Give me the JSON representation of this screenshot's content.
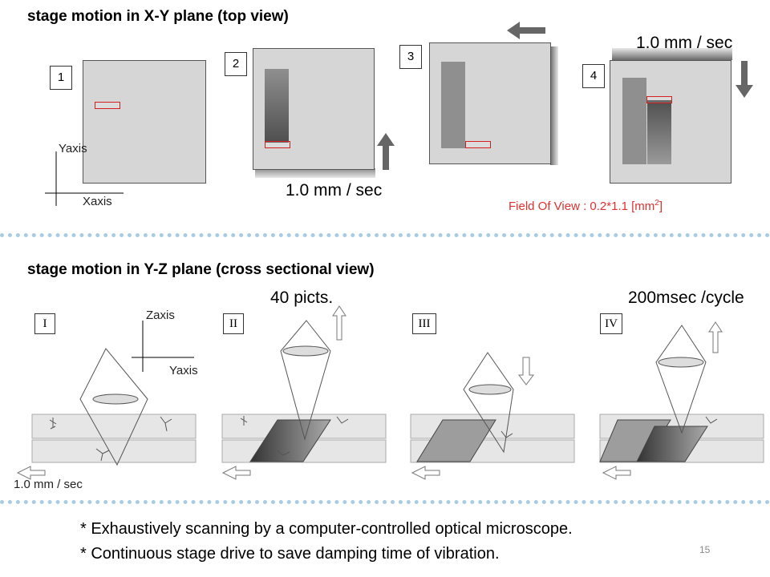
{
  "xy_section": {
    "title": "stage motion in X-Y plane (top view)",
    "panels": [
      "1",
      "2",
      "3",
      "4"
    ],
    "yaxis_label": "Yaxis",
    "xaxis_label": "Xaxis",
    "speed_label_bottom": "1.0 mm / sec",
    "speed_label_top": "1.0 mm / sec",
    "fov_label": "Field Of View : 0.2*1.1 [mm",
    "fov_sup": "2",
    "fov_close": "]"
  },
  "yz_section": {
    "title": "stage motion in Y-Z plane (cross sectional view)",
    "panels": [
      "I",
      "II",
      "III",
      "IV"
    ],
    "zaxis_label": "Zaxis",
    "yaxis_label": "Yaxis",
    "picts_label": "40 picts.",
    "cycle_label": "200msec /cycle",
    "speed_label": "1.0 mm / sec"
  },
  "notes": [
    "* Exhaustively scanning by a computer-controlled optical microscope.",
    "* Continuous stage drive to save damping time of vibration."
  ],
  "page_number": "15",
  "colors": {
    "fov_red": "#d42020",
    "divider": "#a9cce3",
    "stage_gray": "#d6d6d6"
  }
}
